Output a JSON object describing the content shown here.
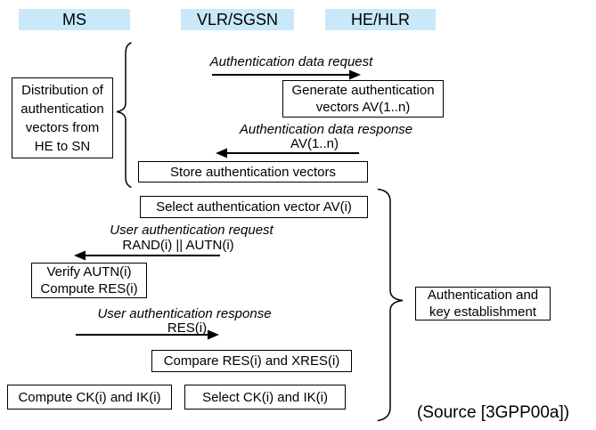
{
  "colors": {
    "entity_header_bg": "#c9e8f9",
    "line_color": "#000000",
    "box_bg": "#ffffff"
  },
  "entities": [
    {
      "label": "MS"
    },
    {
      "label": "VLR/SGSN"
    },
    {
      "label": "HE/HLR"
    }
  ],
  "phases": [
    {
      "lines": [
        "Distribution of",
        "authentication",
        "vectors from",
        "HE to SN"
      ]
    },
    {
      "lines": [
        "Authentication and",
        "key establishment"
      ]
    }
  ],
  "messages": [
    {
      "label": "Authentication data request",
      "detail": "",
      "direction": "right"
    },
    {
      "label": "Authentication data response",
      "detail": "AV(1..n)",
      "direction": "left"
    },
    {
      "label": "User authentication request",
      "detail": "RAND(i) || AUTN(i)",
      "direction": "left"
    },
    {
      "label": "User authentication response",
      "detail": "RES(i)",
      "direction": "right"
    }
  ],
  "actions": [
    {
      "lines": [
        "Generate authentication",
        "vectors AV(1..n)"
      ]
    },
    {
      "lines": [
        "Store authentication vectors"
      ]
    },
    {
      "lines": [
        "Select authentication vector AV(i)"
      ]
    },
    {
      "lines": [
        "Verify AUTN(i)",
        "Compute RES(i)"
      ]
    },
    {
      "lines": [
        "Compare RES(i) and XRES(i)"
      ]
    },
    {
      "lines": [
        "Compute CK(i) and IK(i)"
      ]
    },
    {
      "lines": [
        "Select CK(i) and IK(i)"
      ]
    }
  ],
  "source_note": "(Source [3GPP00a])"
}
